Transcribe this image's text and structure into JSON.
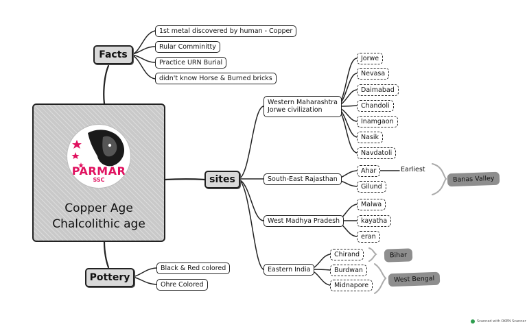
{
  "central": {
    "line1": "Copper Age",
    "line2": "Chalcolithic age"
  },
  "logo": {
    "name": "PARMAR",
    "sub": "SSC"
  },
  "categories": {
    "facts": "Facts",
    "sites": "sites",
    "pottery": "Pottery"
  },
  "facts": [
    "1st metal discovered by human - Copper",
    "Rular Comminitty",
    "Practice URN Burial",
    "didn't know Horse & Burned bricks"
  ],
  "pottery": [
    "Black & Red colored",
    "Ohre Colored"
  ],
  "regions": {
    "western_maharashtra": {
      "line1": "Western Maharashtra",
      "line2": "Jorwe civilization"
    },
    "se_rajasthan": "South-East Rajasthan",
    "west_mp": "West Madhya Pradesh",
    "eastern_india": "Eastern India"
  },
  "sites": {
    "maharashtra": [
      "Jorwe",
      "Nevasa",
      "Daimabad",
      "Chandoli",
      "Inamgaon",
      "Nasik",
      "Navdatoli"
    ],
    "rajasthan": [
      "Ahar",
      "Gilund"
    ],
    "mp": [
      "Malwa",
      "kayatha",
      "eran"
    ],
    "eastern": [
      "Chirand",
      "Burdwan",
      "Midnapore"
    ]
  },
  "notes": {
    "earliest": "Earliest",
    "banas_valley": "Banas Valley",
    "bihar": "Bihar",
    "west_bengal": "West Bengal"
  },
  "footer": {
    "scanner": "Scanned with OKEN Scanner"
  },
  "colors": {
    "logo_pink": "#e0115f",
    "highlight": "#8e8e8e",
    "box_fill": "#d9d9d9"
  }
}
